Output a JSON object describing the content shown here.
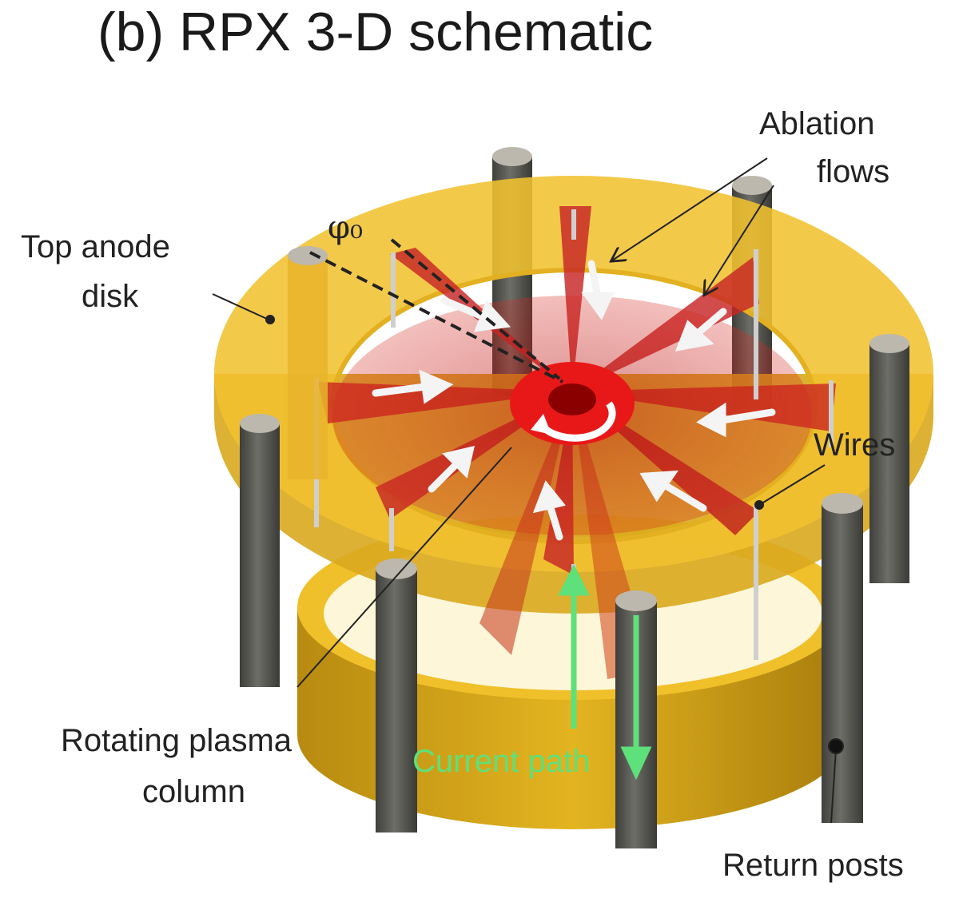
{
  "title": "(b) RPX 3-D schematic",
  "labels": {
    "ablation_line1": "Ablation",
    "ablation_line2": "flows",
    "anode_line1": "Top anode",
    "anode_line2": "disk",
    "phi": "φ₀",
    "wires": "Wires",
    "plasma_line1": "Rotating plasma",
    "plasma_line2": "column",
    "current": "Current path",
    "posts": "Return posts"
  },
  "colors": {
    "disk": "#f2c230",
    "disk_dark": "#c99a14",
    "plasma": "#d42020",
    "plasma_core": "#e01818",
    "post": "#5a5a55",
    "post_top": "#bdb8ad",
    "current": "#5ee07a",
    "arrow": "#f4f4f4"
  }
}
